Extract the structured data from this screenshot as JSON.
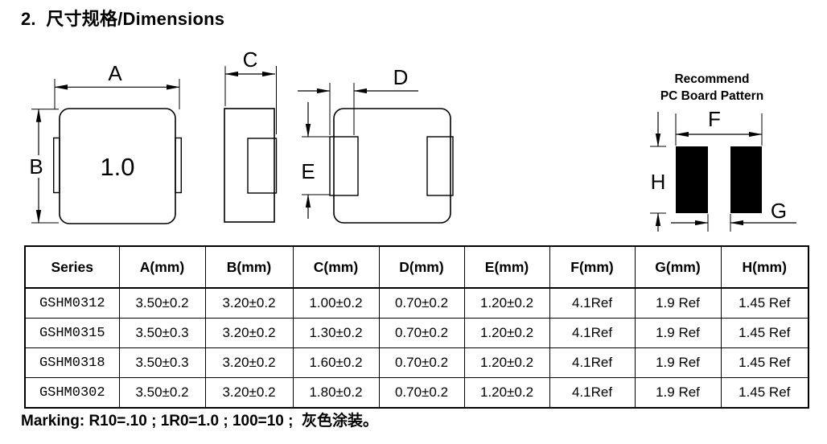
{
  "page": {
    "title": "2.  尺寸规格/Dimensions",
    "marking": "Marking: R10=.10 ; 1R0=1.0 ; 100=10 ;  灰色涂装。"
  },
  "colors": {
    "ink": "#000000",
    "background": "#ffffff"
  },
  "diagrams": {
    "top_view": {
      "dim_a": "A",
      "dim_b": "B",
      "part_marking": "1.0"
    },
    "side_view": {
      "dim_c": "C"
    },
    "bottom_view": {
      "dim_d": "D",
      "dim_e": "E"
    },
    "pcb_pattern": {
      "title_line1": "Recommend",
      "title_line2": "PC Board Pattern",
      "dim_f": "F",
      "dim_g": "G",
      "dim_h": "H"
    }
  },
  "table": {
    "headers": [
      "Series",
      "A(mm)",
      "B(mm)",
      "C(mm)",
      "D(mm)",
      "E(mm)",
      "F(mm)",
      "G(mm)",
      "H(mm)"
    ],
    "rows": [
      [
        "GSHM0312",
        "3.50±0.2",
        "3.20±0.2",
        "1.00±0.2",
        "0.70±0.2",
        "1.20±0.2",
        "4.1Ref",
        "1.9 Ref",
        "1.45 Ref"
      ],
      [
        "GSHM0315",
        "3.50±0.3",
        "3.20±0.2",
        "1.30±0.2",
        "0.70±0.2",
        "1.20±0.2",
        "4.1Ref",
        "1.9 Ref",
        "1.45 Ref"
      ],
      [
        "GSHM0318",
        "3.50±0.3",
        "3.20±0.2",
        "1.60±0.2",
        "0.70±0.2",
        "1.20±0.2",
        "4.1Ref",
        "1.9 Ref",
        "1.45 Ref"
      ],
      [
        "GSHM0302",
        "3.50±0.2",
        "3.20±0.2",
        "1.80±0.2",
        "0.70±0.2",
        "1.20±0.2",
        "4.1Ref",
        "1.9 Ref",
        "1.45 Ref"
      ]
    ]
  }
}
